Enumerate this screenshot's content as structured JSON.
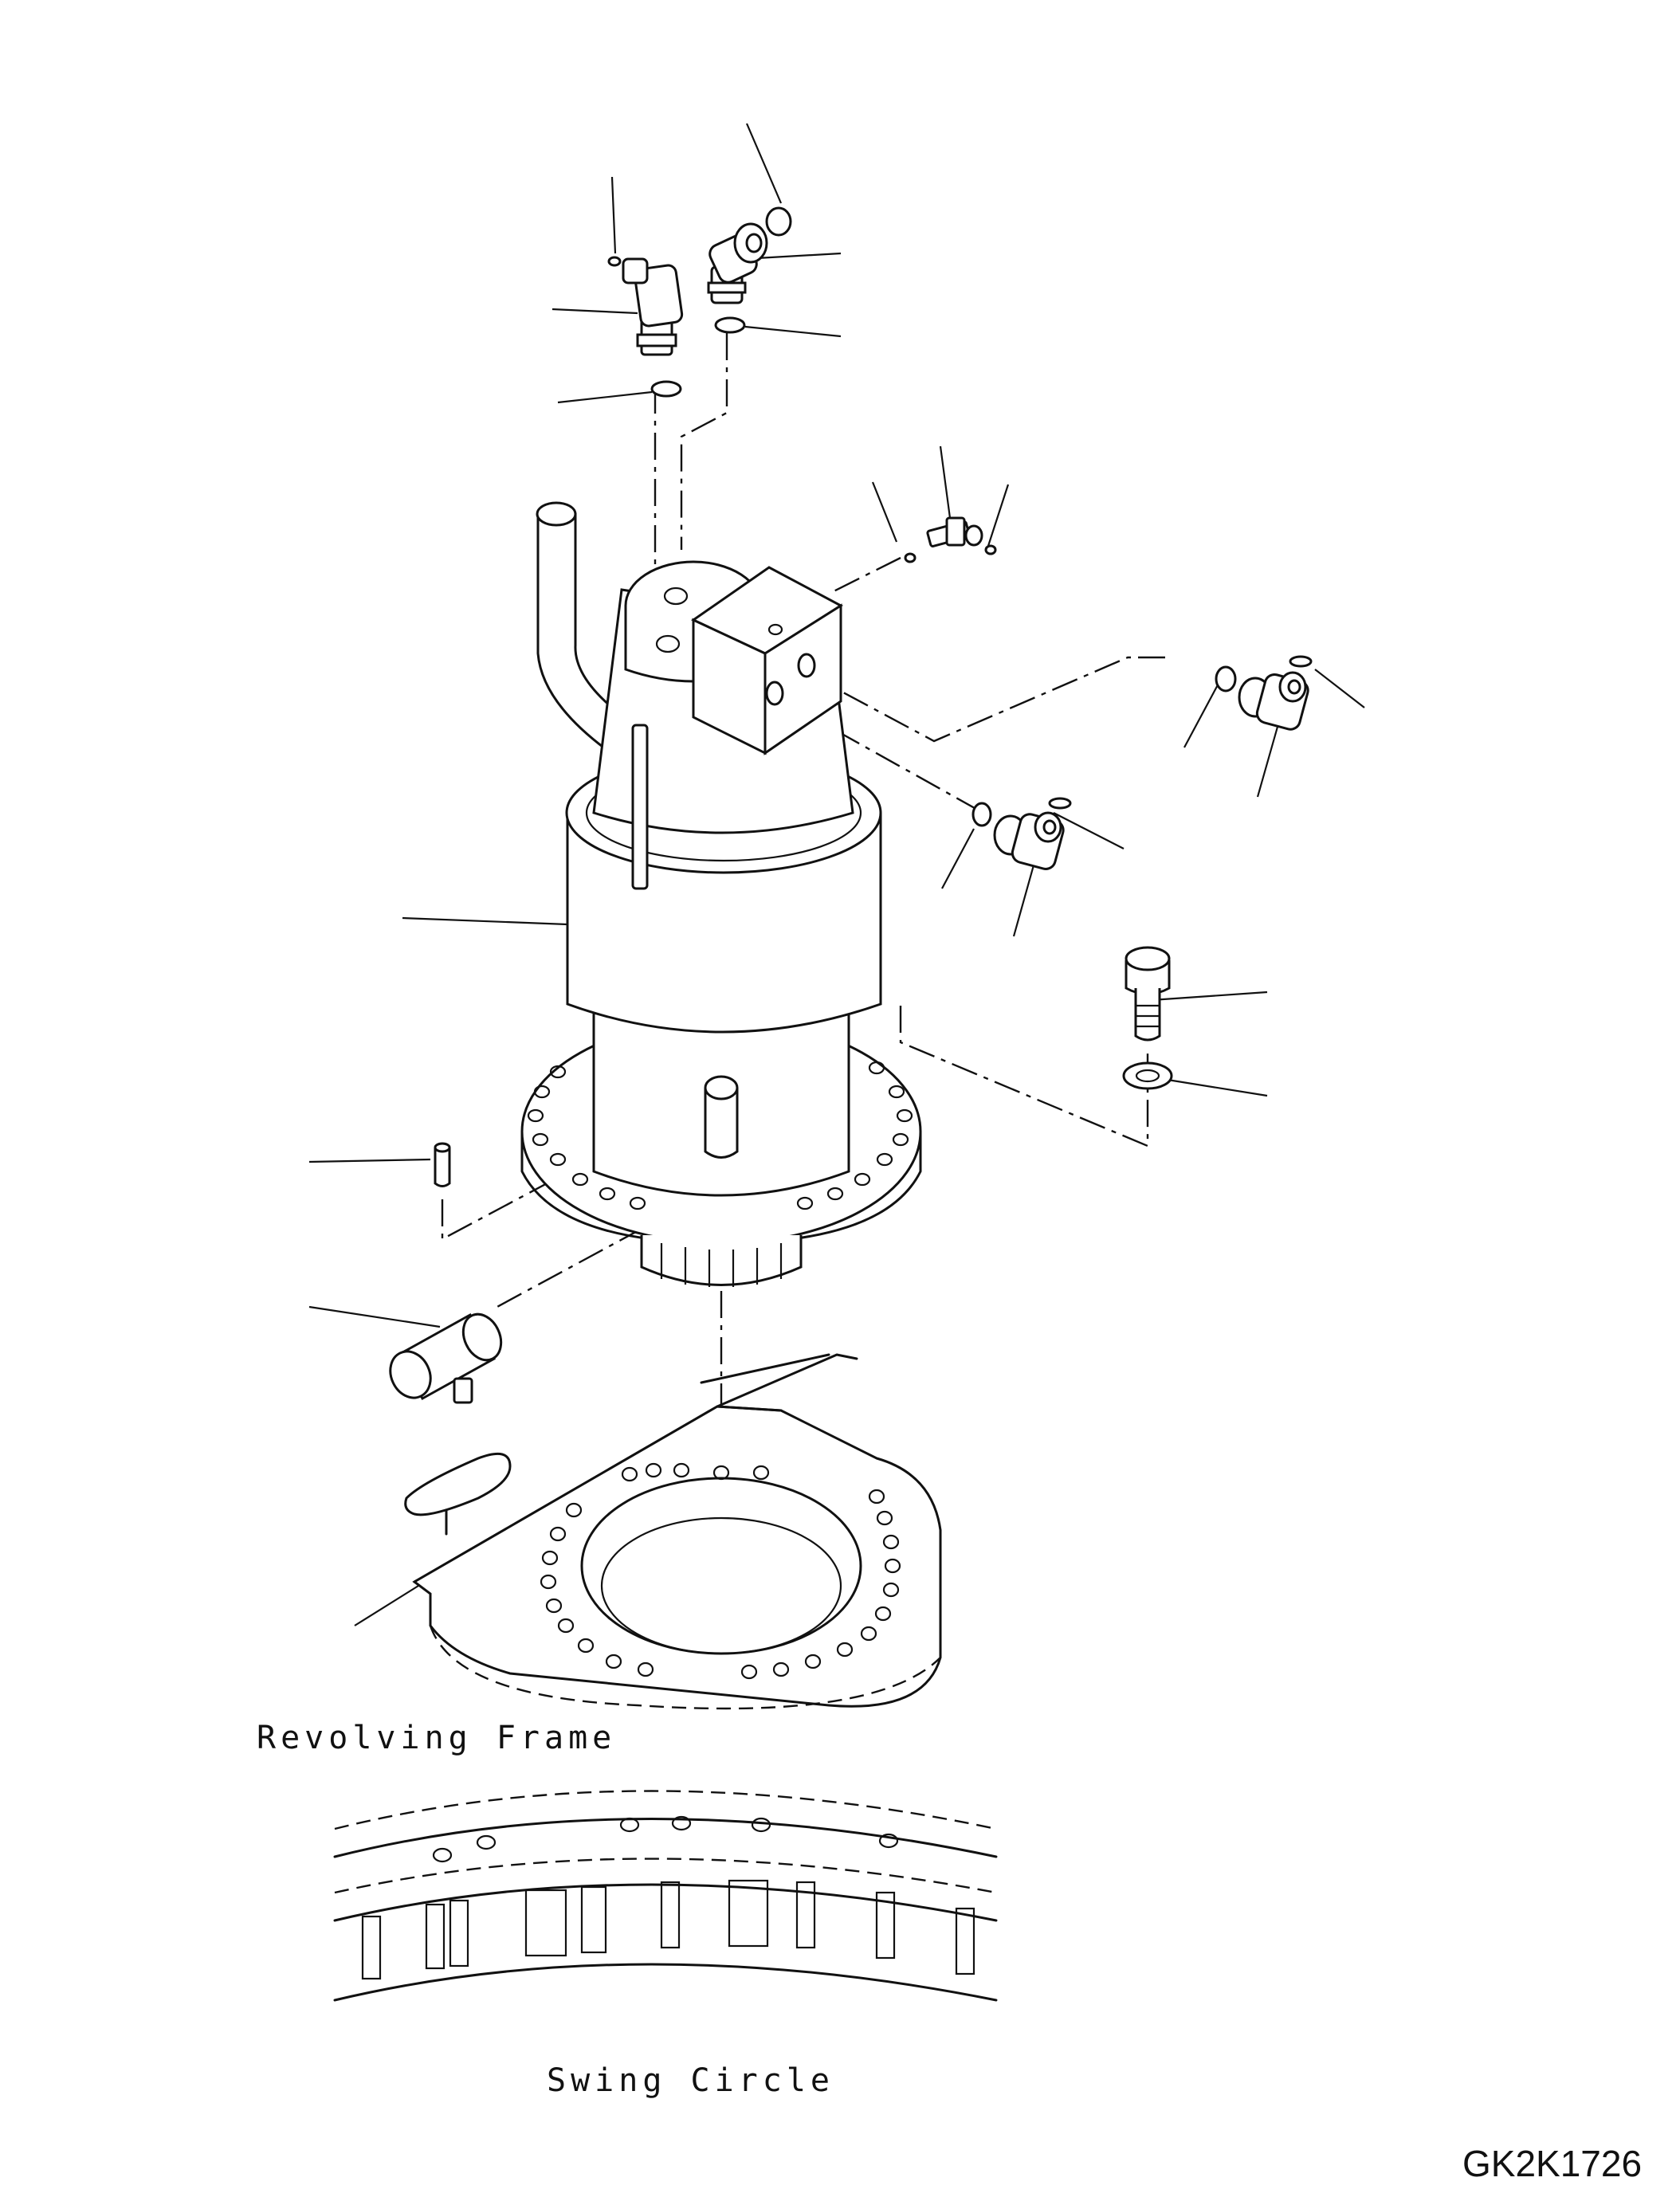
{
  "labels": {
    "revolving_frame": "Revolving Frame",
    "swing_circle": "Swing Circle"
  },
  "drawing_code": "GK2K1726",
  "colors": {
    "line": "#111111",
    "background": "#ffffff"
  }
}
